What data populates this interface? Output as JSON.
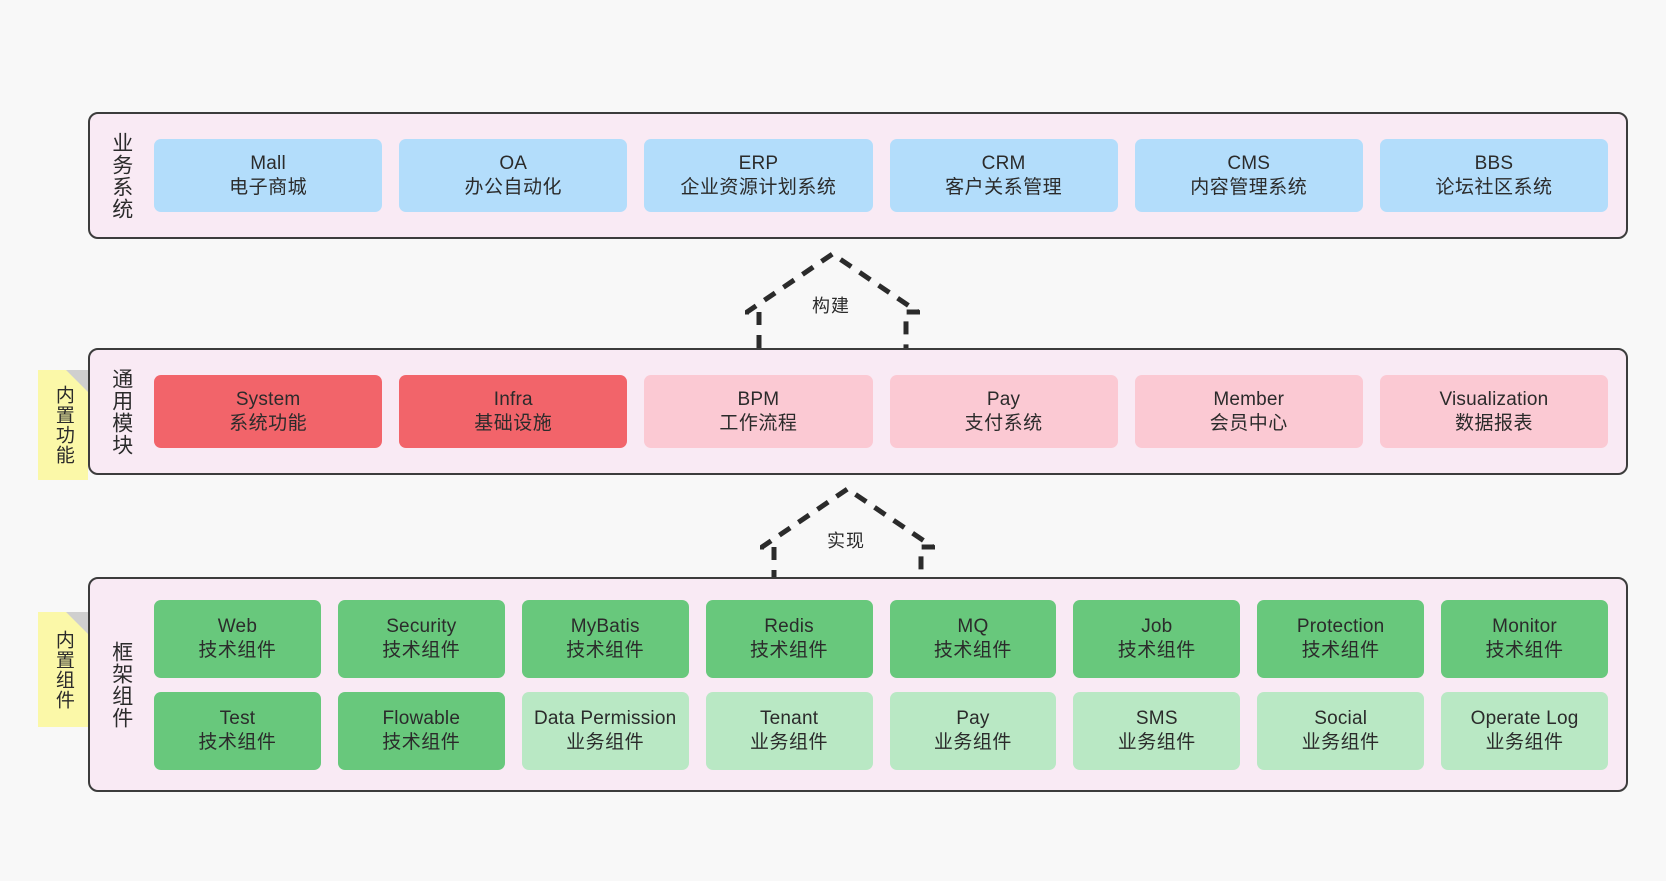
{
  "diagram": {
    "title_layers": {
      "business": "业务系统",
      "common": "通用模块",
      "framework": "框架组件"
    },
    "notes": {
      "built_in_function": "内置功能",
      "built_in_component": "内置组件"
    },
    "arrows": {
      "build": "构建",
      "implement": "实现"
    },
    "colors": {
      "panel_bg": "#f9eaf4",
      "panel_border": "#3c3c3c",
      "blue": "#b3ddfb",
      "red": "#f2646a",
      "pink": "#fbc9d3",
      "green": "#68c87c",
      "light_green": "#b9e8c4",
      "note_yellow": "#fbf8a8",
      "page_bg": "#f8f8f8"
    }
  },
  "business_systems": [
    {
      "en": "Mall",
      "cn": "电子商城",
      "color": "blue"
    },
    {
      "en": "OA",
      "cn": "办公自动化",
      "color": "blue"
    },
    {
      "en": "ERP",
      "cn": "企业资源计划系统",
      "color": "blue"
    },
    {
      "en": "CRM",
      "cn": "客户关系管理",
      "color": "blue"
    },
    {
      "en": "CMS",
      "cn": "内容管理系统",
      "color": "blue"
    },
    {
      "en": "BBS",
      "cn": "论坛社区系统",
      "color": "blue"
    }
  ],
  "common_modules": [
    {
      "en": "System",
      "cn": "系统功能",
      "color": "red"
    },
    {
      "en": "Infra",
      "cn": "基础设施",
      "color": "red"
    },
    {
      "en": "BPM",
      "cn": "工作流程",
      "color": "pink"
    },
    {
      "en": "Pay",
      "cn": "支付系统",
      "color": "pink"
    },
    {
      "en": "Member",
      "cn": "会员中心",
      "color": "pink"
    },
    {
      "en": "Visualization",
      "cn": "数据报表",
      "color": "pink"
    }
  ],
  "framework_components_row1": [
    {
      "en": "Web",
      "cn": "技术组件",
      "color": "green"
    },
    {
      "en": "Security",
      "cn": "技术组件",
      "color": "green"
    },
    {
      "en": "MyBatis",
      "cn": "技术组件",
      "color": "green"
    },
    {
      "en": "Redis",
      "cn": "技术组件",
      "color": "green"
    },
    {
      "en": "MQ",
      "cn": "技术组件",
      "color": "green"
    },
    {
      "en": "Job",
      "cn": "技术组件",
      "color": "green"
    },
    {
      "en": "Protection",
      "cn": "技术组件",
      "color": "green"
    },
    {
      "en": "Monitor",
      "cn": "技术组件",
      "color": "green"
    }
  ],
  "framework_components_row2": [
    {
      "en": "Test",
      "cn": "技术组件",
      "color": "green"
    },
    {
      "en": "Flowable",
      "cn": "技术组件",
      "color": "green"
    },
    {
      "en": "Data Permission",
      "cn": "业务组件",
      "color": "light_green"
    },
    {
      "en": "Tenant",
      "cn": "业务组件",
      "color": "light_green"
    },
    {
      "en": "Pay",
      "cn": "业务组件",
      "color": "light_green"
    },
    {
      "en": "SMS",
      "cn": "业务组件",
      "color": "light_green"
    },
    {
      "en": "Social",
      "cn": "业务组件",
      "color": "light_green"
    },
    {
      "en": "Operate Log",
      "cn": "业务组件",
      "color": "light_green"
    }
  ]
}
